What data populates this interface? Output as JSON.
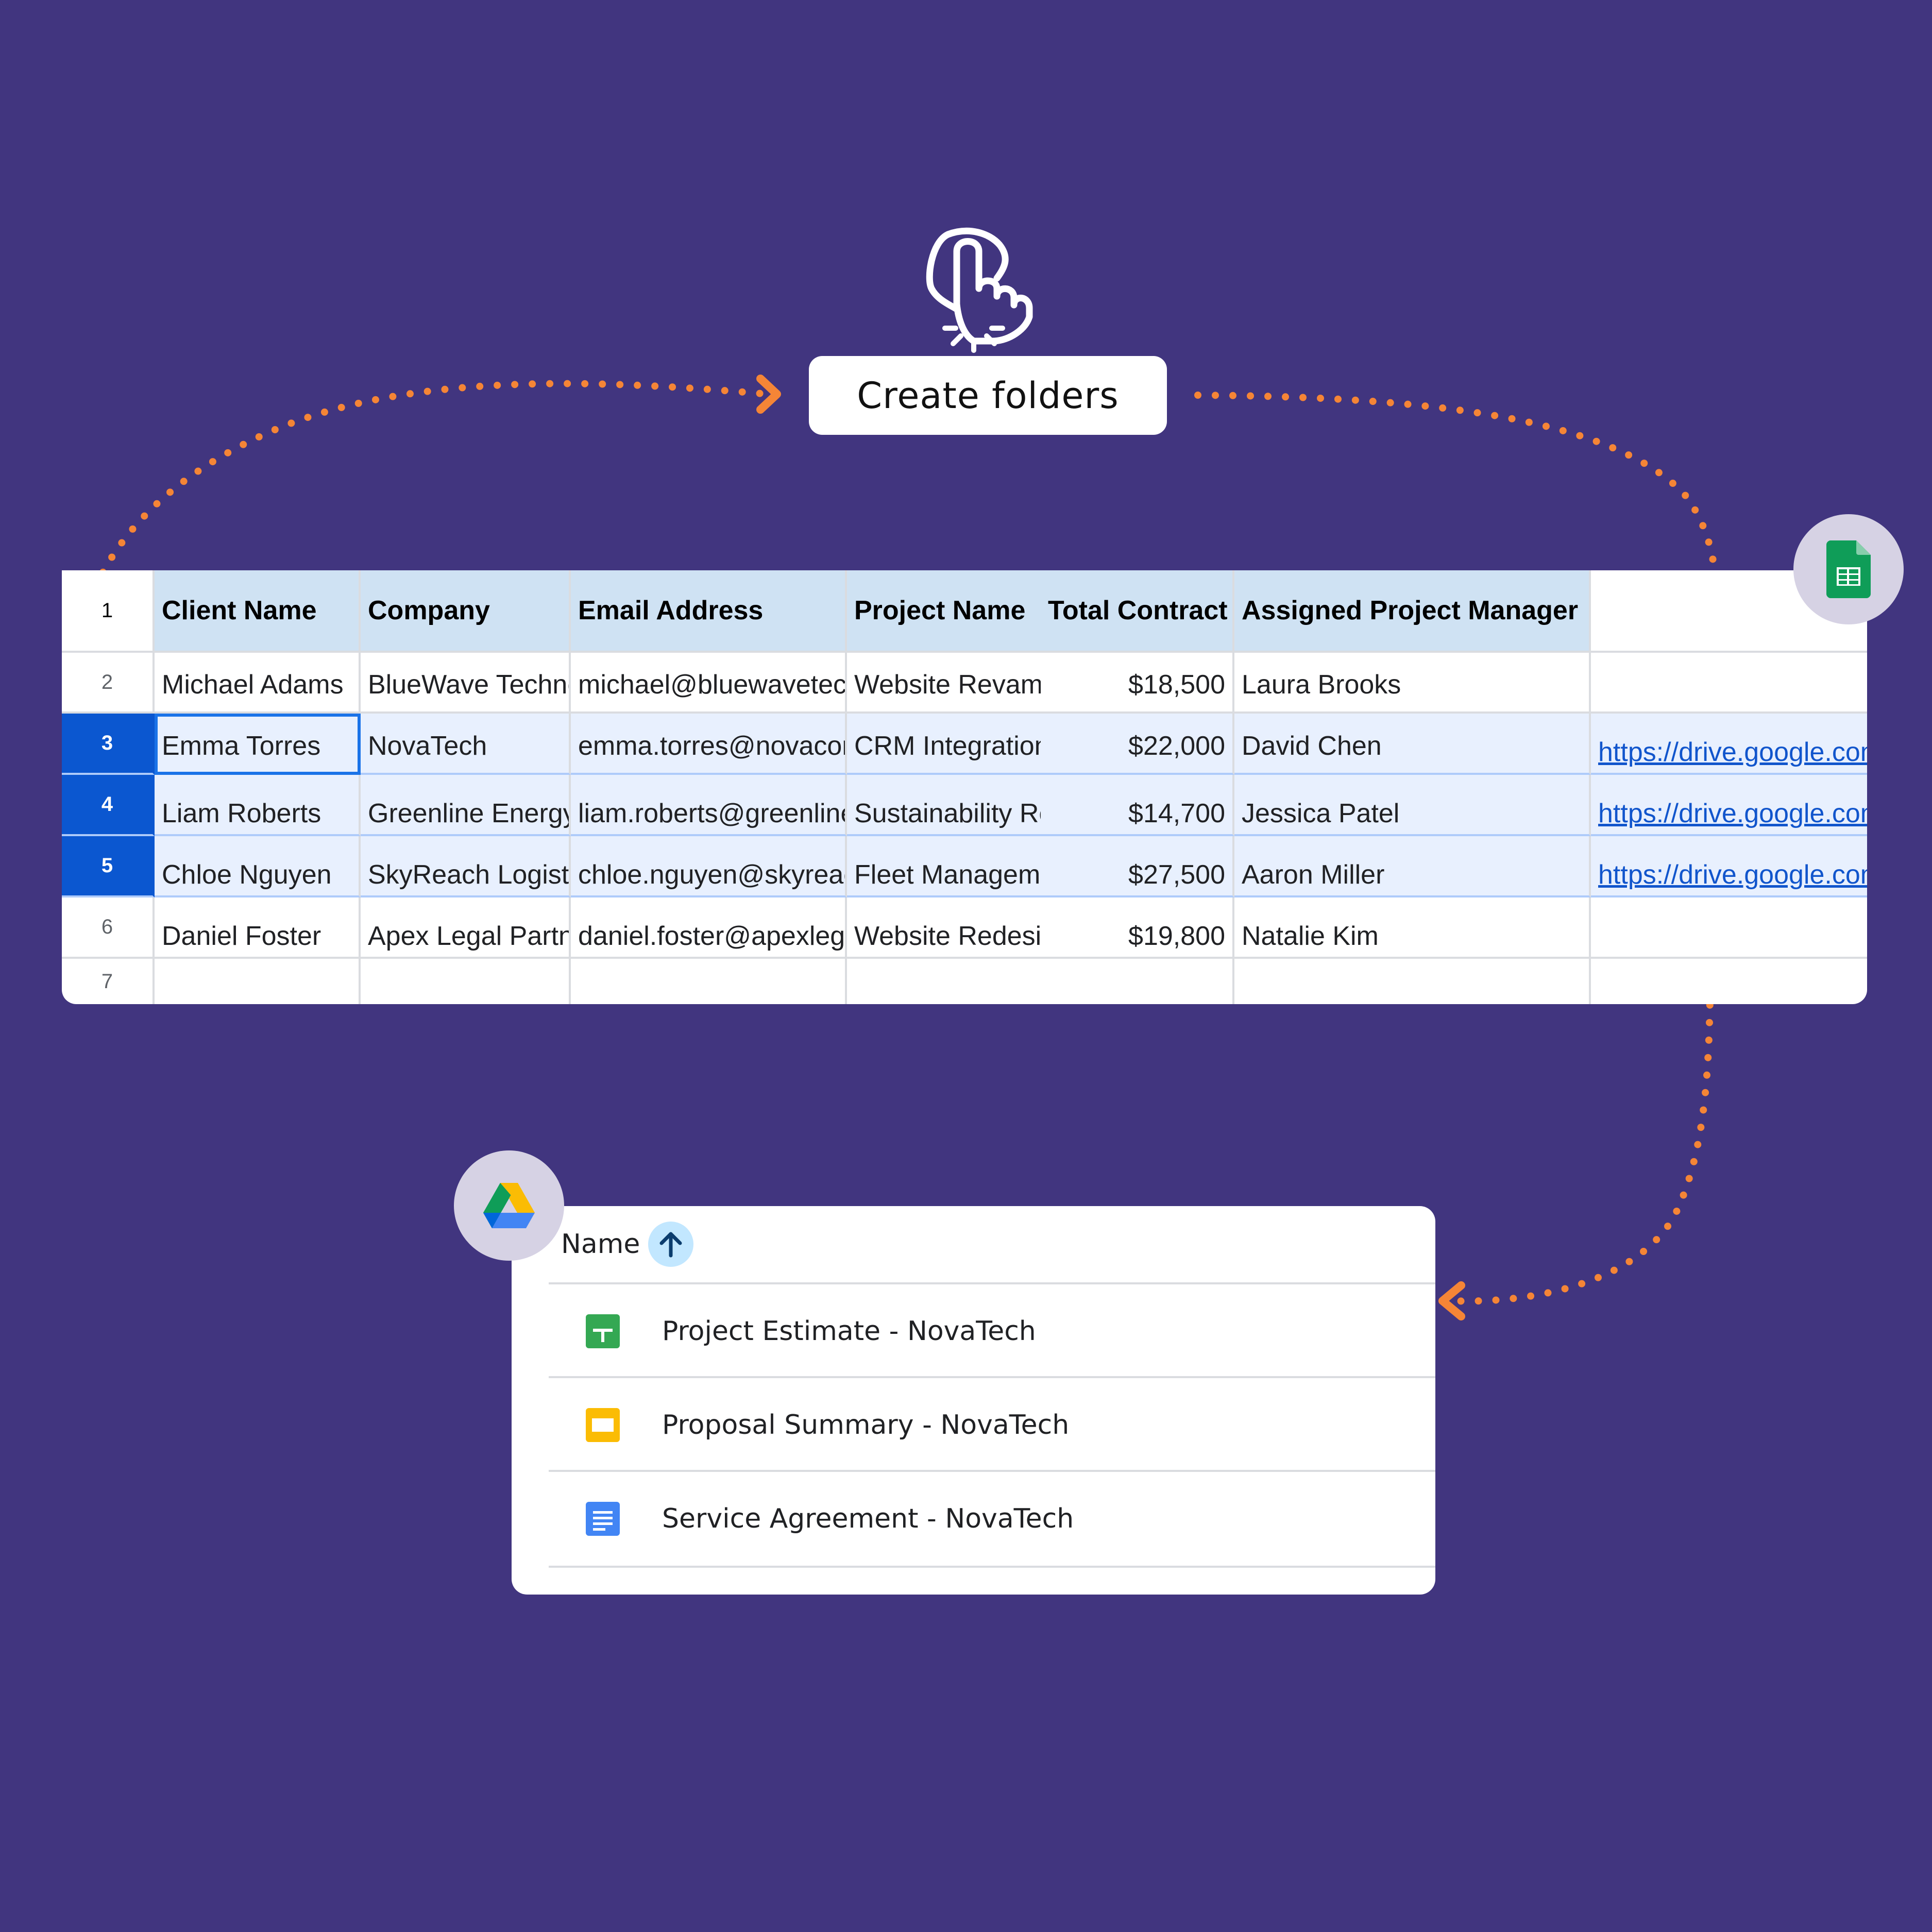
{
  "cta": {
    "label": "Create folders"
  },
  "sheet": {
    "row_numbers": [
      "1",
      "2",
      "3",
      "4",
      "5",
      "6",
      "7"
    ],
    "headers": [
      "Client Name",
      "Company",
      "Email Address",
      "Project Name",
      "Total Contract",
      "Assigned Project Manager",
      ""
    ],
    "rows": [
      [
        "Michael Adams",
        "BlueWave Technologies",
        "michael@bluewavetech.com",
        "Website Revamp",
        "$18,500",
        "Laura Brooks",
        ""
      ],
      [
        "Emma Torres",
        "NovaTech",
        "emma.torres@novacorp.com",
        "CRM Integration",
        "$22,000",
        "David Chen",
        "https://drive.google.com"
      ],
      [
        "Liam Roberts",
        "Greenline Energy",
        "liam.roberts@greenline.com",
        "Sustainability Report",
        "$14,700",
        "Jessica Patel",
        "https://drive.google.com"
      ],
      [
        "Chloe Nguyen",
        "SkyReach Logistics",
        "chloe.nguyen@skyreach.com",
        "Fleet Management",
        "$27,500",
        "Aaron Miller",
        "https://drive.google.com"
      ],
      [
        "Daniel Foster",
        "Apex Legal Partners",
        "daniel.foster@apexlegal.com",
        "Website Redesign",
        "$19,800",
        "Natalie Kim",
        ""
      ],
      [
        "",
        "",
        "",
        "",
        "",
        "",
        ""
      ]
    ],
    "selected_rows": [
      1,
      2,
      3
    ]
  },
  "drive": {
    "column_label": "Name",
    "files": [
      {
        "name": "Project Estimate - NovaTech",
        "type": "sheets",
        "color": "#34a853"
      },
      {
        "name": "Proposal Summary - NovaTech",
        "type": "slides",
        "color": "#fbbc04"
      },
      {
        "name": "Service Agreement - NovaTech",
        "type": "docs",
        "color": "#4285f4"
      }
    ]
  },
  "colors": {
    "background": "#41357f",
    "accent": "#f58536",
    "header_fill": "#cfe2f3",
    "selection": "#0b57d0"
  }
}
